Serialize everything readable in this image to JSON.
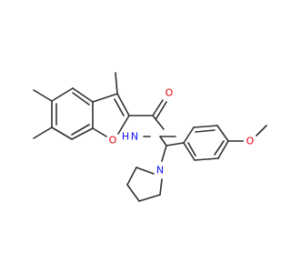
{
  "molecule": {
    "atoms": [
      {
        "id": "O_carbonyl",
        "label": "O",
        "color": "#e8000b"
      },
      {
        "id": "N_amide",
        "label": "N",
        "color": "#0a14ff"
      },
      {
        "id": "H_amide",
        "label": "H",
        "color": "#0a14ff"
      },
      {
        "id": "O_furan",
        "label": "O",
        "color": "#e8000b"
      },
      {
        "id": "N_pyrrolidine",
        "label": "N",
        "color": "#0a14ff"
      },
      {
        "id": "O_methoxy",
        "label": "O",
        "color": "#e8000b"
      }
    ],
    "bond_color": "#303030"
  }
}
